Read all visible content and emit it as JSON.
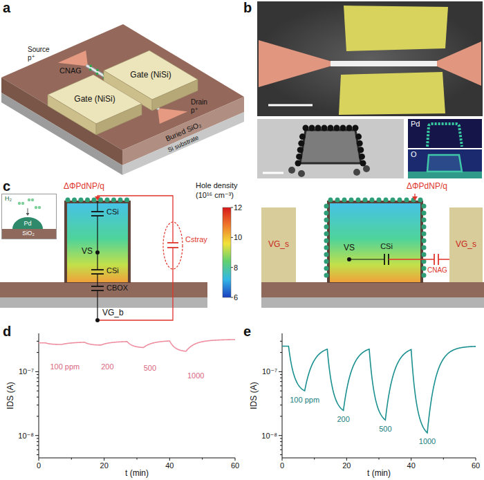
{
  "diagram": {
    "nodes": [
      {
        "text": [
          "Gate (NiSi)"
        ]
      },
      {
        "text": [
          "Gate (NiSi)"
        ]
      },
      {
        "text": [
          "Pd"
        ]
      },
      {
        "text": [
          "O"
        ]
      },
      {
        "text": [
          "H₂",
          "Pd",
          "SiO₂"
        ]
      },
      {
        "text": [
          "VG_s"
        ]
      },
      {
        "text": [
          "VG_s"
        ]
      }
    ],
    "labels": [
      "a",
      "Source p⁺",
      "Drain p⁺",
      "CNAG",
      "Buried SiO₂",
      "Si substrate",
      "b",
      "c",
      "ΔΦPdNP/q",
      "CSi",
      "VS",
      "CSi",
      "CBOX",
      "VG_b",
      "Cstray",
      "Hole density",
      "(10¹⁶ cm⁻³)",
      "12",
      "10",
      "8",
      "6",
      "ΔΦPdNP/q",
      "VS",
      "CSi",
      "CNAG",
      "d",
      "IDS (A)",
      "10⁻⁷",
      "10⁻⁸",
      "0",
      "20",
      "40",
      "60",
      "t (min)",
      "100 ppm",
      "200",
      "500",
      "1000",
      "e",
      "IDS (A)",
      "10⁻⁷",
      "10⁻⁸",
      "0",
      "20",
      "40",
      "60",
      "t (min)",
      "100 ppm",
      "200",
      "500",
      "1000"
    ]
  }
}
